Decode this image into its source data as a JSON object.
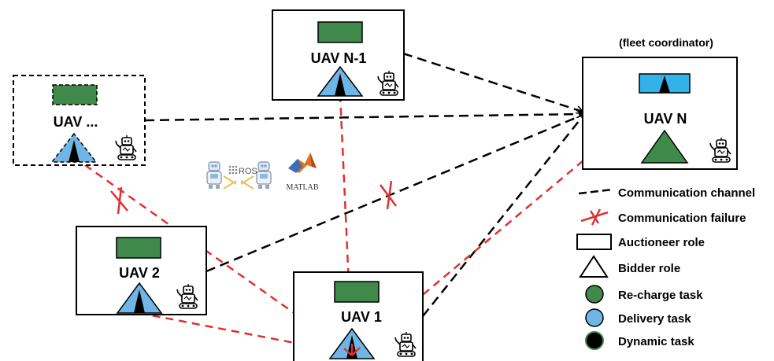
{
  "uavs": {
    "dots": {
      "label": "UAV ..."
    },
    "n1": {
      "label": "UAV N-1"
    },
    "n": {
      "label": "UAV N",
      "caption": "(fleet coordinator)"
    },
    "two": {
      "label": "UAV 2"
    },
    "one": {
      "label": "UAV 1"
    }
  },
  "logos": {
    "ros": "ROS",
    "matlab": "MATLAB"
  },
  "legend": {
    "channel": "Communication channel",
    "failure": "Communication failure",
    "auctioneer": "Auctioneer role",
    "bidder": "Bidder role",
    "recharge": "Re-charge task",
    "delivery": "Delivery task",
    "dynamic": "Dynamic task"
  },
  "colors": {
    "green": "#3f8a4a",
    "blue": "#6fb5e6",
    "cyan": "#33b2ea",
    "red": "#e03030",
    "black": "#000000"
  }
}
